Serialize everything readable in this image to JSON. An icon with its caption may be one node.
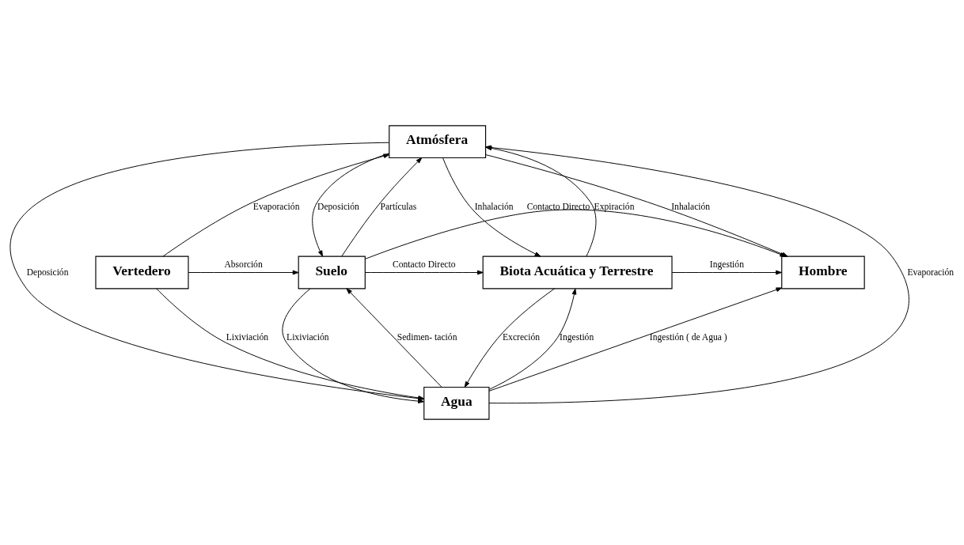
{
  "diagram": {
    "nodes": [
      {
        "text": [
          "Atmósfera"
        ]
      },
      {
        "text": [
          "Vertedero"
        ]
      },
      {
        "text": [
          "Suelo"
        ]
      },
      {
        "text": [
          "Biota Acuática y Terrestre"
        ]
      },
      {
        "text": [
          "Hombre"
        ]
      },
      {
        "text": [
          "Agua"
        ]
      }
    ],
    "edges": [
      {
        "from": 1,
        "to": 0,
        "arrow": "to",
        "label": "Evaporación"
      },
      {
        "from": 5,
        "to": 0,
        "arrow": "to",
        "label": "Evaporación"
      },
      {
        "from": 0,
        "to": 4,
        "arrow": "to",
        "label": "Inhalación"
      },
      {
        "from": 2,
        "to": 0,
        "arrow": "to",
        "label": "Partículas"
      },
      {
        "from": 0,
        "to": 2,
        "arrow": "to",
        "label": "Deposición"
      },
      {
        "from": 3,
        "to": 0,
        "arrow": "to",
        "label": "Expiración"
      },
      {
        "from": 0,
        "to": 3,
        "arrow": "to",
        "label": "Inhalación"
      },
      {
        "from": 0,
        "to": 5,
        "arrow": "to",
        "label": "Deposición"
      },
      {
        "from": 1,
        "to": 2,
        "arrow": "to",
        "label": "Absorción"
      },
      {
        "from": 2,
        "to": 3,
        "arrow": "to",
        "label": "Contacto Directo"
      },
      {
        "from": 3,
        "to": 4,
        "arrow": "to",
        "label": "Ingestión"
      },
      {
        "from": 2,
        "to": 5,
        "arrow": "to",
        "label": "Lixiviación"
      },
      {
        "from": 5,
        "to": 2,
        "arrow": "to",
        "label": "Sedimen- tación"
      },
      {
        "from": 5,
        "to": 3,
        "arrow": "to",
        "label": "Ingestión"
      },
      {
        "from": 3,
        "to": 5,
        "arrow": "to",
        "label": "Excreción"
      },
      {
        "from": 2,
        "to": 4,
        "arrow": "to",
        "label": "Contacto Directo"
      },
      {
        "from": 1,
        "to": 5,
        "arrow": "to",
        "label": "Lixiviación"
      },
      {
        "from": 5,
        "to": 4,
        "arrow": "to",
        "label": "Ingestión ( de Agua )"
      }
    ]
  }
}
